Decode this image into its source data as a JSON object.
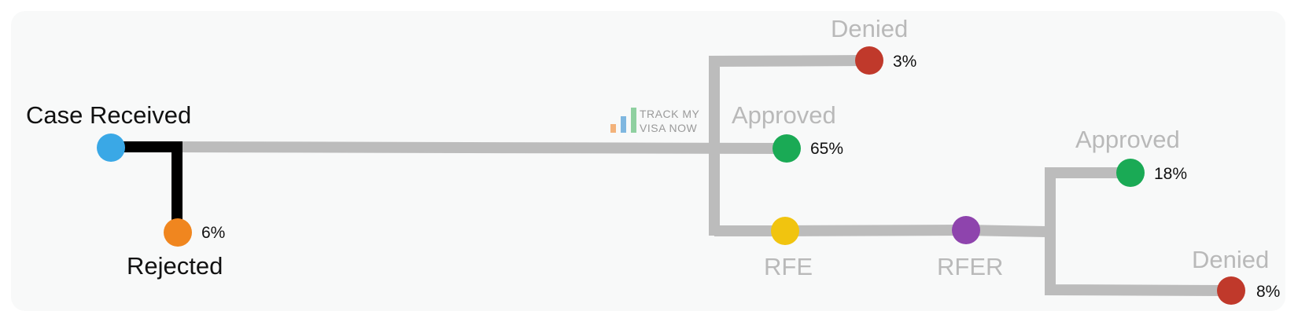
{
  "diagram": {
    "start": {
      "label": "Case Received",
      "color": "#3aa8e6"
    },
    "rejected": {
      "label": "Rejected",
      "percent": "6%",
      "color": "#f0861f"
    },
    "watermark": {
      "line1": "TRACK MY",
      "line2": "VISA NOW",
      "bar_colors": [
        "#f3b27a",
        "#7fb7e0",
        "#8fd0a0"
      ]
    },
    "denied_top": {
      "label": "Denied",
      "percent": "3%",
      "color": "#c0392b"
    },
    "approved_main": {
      "label": "Approved",
      "percent": "65%",
      "color": "#1aaa55"
    },
    "rfe": {
      "label": "RFE",
      "color": "#f1c40f"
    },
    "rfer": {
      "label": "RFER",
      "color": "#8e44ad"
    },
    "approved_after_rfe": {
      "label": "Approved",
      "percent": "18%",
      "color": "#1aaa55"
    },
    "denied_after_rfe": {
      "label": "Denied",
      "percent": "8%",
      "color": "#c0392b"
    },
    "line_colors": {
      "active": "#000000",
      "inactive": "#bcbcbc"
    },
    "panel_color": "#f8f9f9"
  }
}
